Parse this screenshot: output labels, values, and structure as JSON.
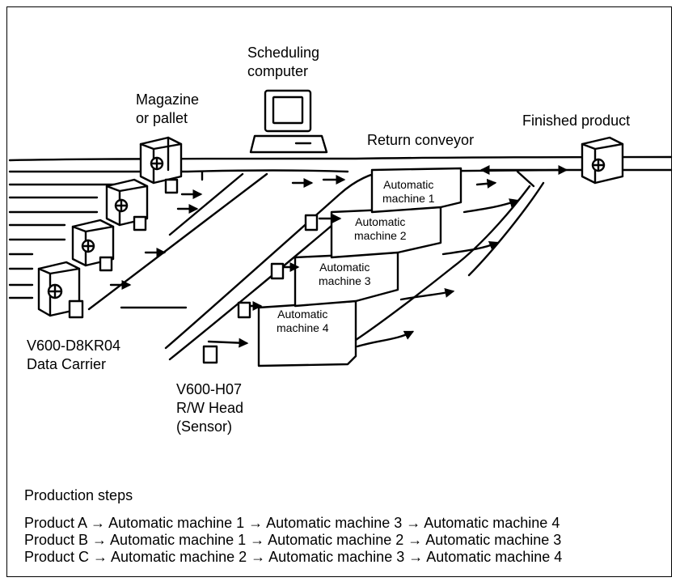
{
  "labels": {
    "scheduling_computer": [
      "Scheduling",
      "computer"
    ],
    "magazine": [
      "Magazine",
      "or pallet"
    ],
    "return_conveyor": "Return conveyor",
    "finished_product": "Finished product",
    "data_carrier": [
      "V600-D8KR04",
      "Data Carrier"
    ],
    "rw_head": [
      "V600-H07",
      "R/W Head",
      "(Sensor)"
    ]
  },
  "machines": [
    [
      "Automatic",
      "machine 1"
    ],
    [
      "Automatic",
      "machine 2"
    ],
    [
      "Automatic",
      "machine 3"
    ],
    [
      "Automatic",
      "machine 4"
    ]
  ],
  "production": {
    "title": "Production steps",
    "lines": [
      "Product A → Automatic machine 1 → Automatic machine 3 → Automatic machine 4",
      "Product B → Automatic machine 1 → Automatic machine 2 → Automatic machine 3",
      "Product C → Automatic machine 2 → Automatic machine 3 → Automatic machine 4"
    ]
  }
}
